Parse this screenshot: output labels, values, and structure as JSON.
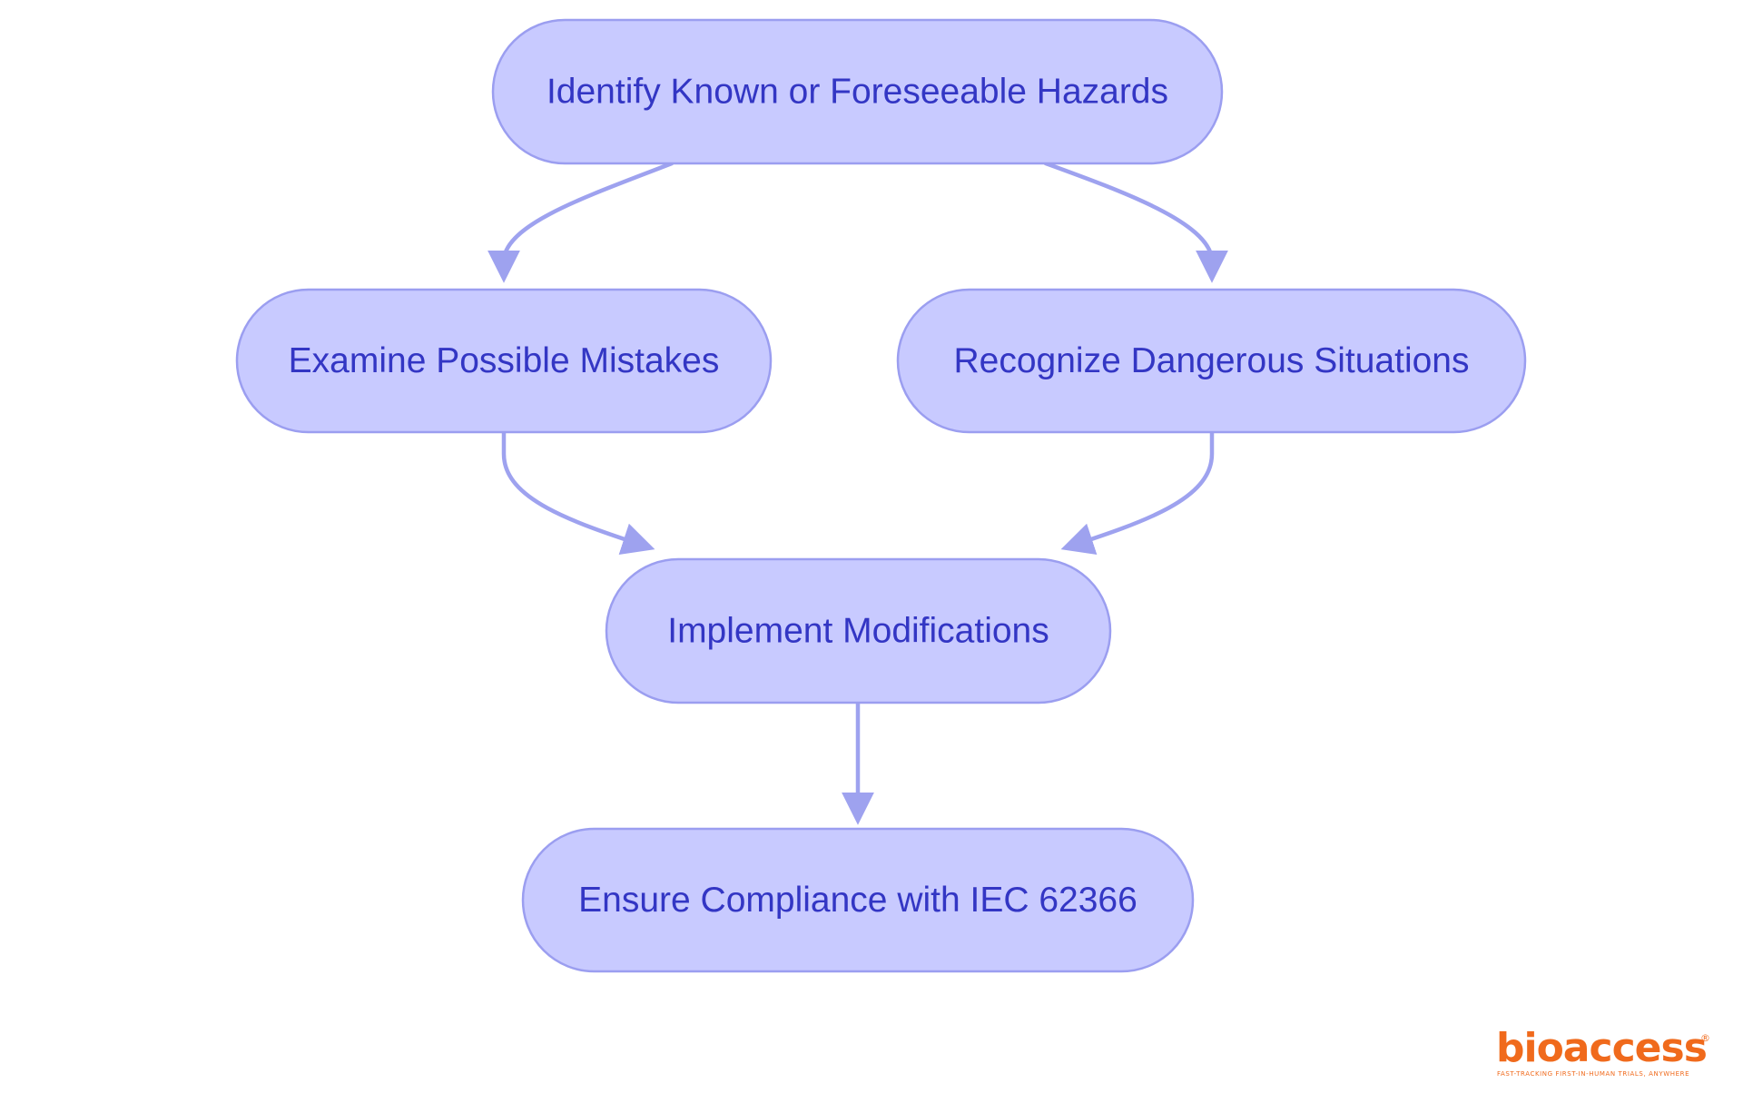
{
  "diagram": {
    "nodes": [
      {
        "id": "identify",
        "label": "Identify Known or Foreseeable Hazards"
      },
      {
        "id": "examine",
        "label": "Examine Possible Mistakes"
      },
      {
        "id": "recognize",
        "label": "Recognize Dangerous Situations"
      },
      {
        "id": "implement",
        "label": "Implement Modifications"
      },
      {
        "id": "ensure",
        "label": "Ensure Compliance with IEC 62366"
      }
    ],
    "edges": [
      {
        "from": "identify",
        "to": "examine"
      },
      {
        "from": "identify",
        "to": "recognize"
      },
      {
        "from": "examine",
        "to": "implement"
      },
      {
        "from": "recognize",
        "to": "implement"
      },
      {
        "from": "implement",
        "to": "ensure"
      }
    ]
  },
  "logo": {
    "word": "bioaccess",
    "registered": "®",
    "tagline": "FAST-TRACKING FIRST-IN-HUMAN TRIALS, ANYWHERE"
  },
  "colors": {
    "node_fill": "#c8caff",
    "node_stroke": "#9b9ef0",
    "edge": "#9ea2ef",
    "text": "#3336c4",
    "logo": "#f06a1c"
  }
}
